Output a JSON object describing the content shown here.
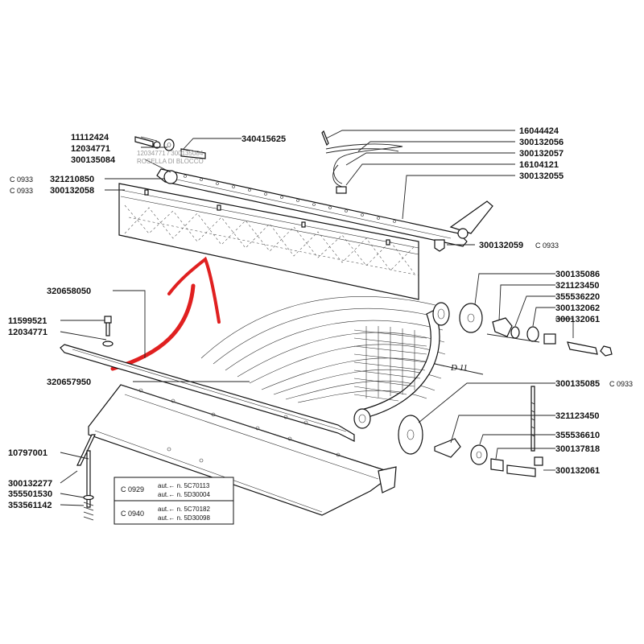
{
  "labels": {
    "p11112424": "11112424",
    "p12034771a": "12034771",
    "p300135084": "300135084",
    "p340415625": "340415625",
    "p16044424": "16044424",
    "p300132056": "300132056",
    "p300132057": "300132057",
    "p16104121": "16104121",
    "p300132055": "300132055",
    "c0933_a": "C 0933",
    "p321210850": "321210850",
    "c0933_b": "C 0933",
    "p300132058": "300132058",
    "p300132059": "300132059",
    "c0933_c": "C 0933",
    "p320658050": "320658050",
    "p11599521": "11599521",
    "p12034771b": "12034771",
    "p300135086": "300135086",
    "p321123450a": "321123450",
    "p355536220": "355536220",
    "p300132062": "300132062",
    "p300132061a": "300132061",
    "d11": "D 11",
    "p320657950": "320657950",
    "p300135085": "300135085",
    "c0933_d": "C 0933",
    "p321123450b": "321123450",
    "p10797001": "10797001",
    "p355536610": "355536610",
    "p300137818": "300137818",
    "p300132061b": "300132061",
    "p300132277": "300132277",
    "p355501530": "355501530",
    "p353561142": "353561142"
  },
  "faint_labels": {
    "line1": "12034771 / 300135084",
    "line2": "ROSELLA DI BLOCCO"
  },
  "legend": {
    "rows": [
      {
        "code": "C 0929",
        "line1": "aut.← n. 5C70113",
        "line2": "aut.← n. 5D30004"
      },
      {
        "code": "C 0940",
        "line1": "aut.← n. 5C70182",
        "line2": "aut.← n. 5D30098"
      }
    ]
  },
  "colors": {
    "arrow": "#e02020",
    "ink": "#111111",
    "legend_border": "#111111"
  }
}
